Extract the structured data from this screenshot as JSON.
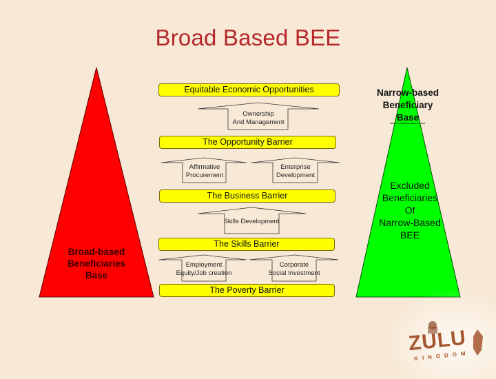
{
  "slide": {
    "title": "Broad Based BEE",
    "colors": {
      "background": "#f8e9d6",
      "title": "#b5282a",
      "broad_triangle": "#ff0000",
      "narrow_triangle": "#00ff00",
      "barrier_bar": "#ffff00",
      "logo": "#a5552f"
    }
  },
  "left_triangle": {
    "label_line1": "Broad-based",
    "label_line2": "Beneficiaries",
    "label_line3": "Base"
  },
  "right_triangle": {
    "top_label_line1": "Narrow-based",
    "top_label_line2": "Beneficiary",
    "top_label_line3": "Base",
    "bottom_label_line1": "Excluded",
    "bottom_label_line2": "Beneficiaries",
    "bottom_label_line3": "Of",
    "bottom_label_line4": "Narrow-Based",
    "bottom_label_line5": "BEE"
  },
  "bars": [
    {
      "label": "Equitable Economic Opportunities"
    },
    {
      "label": "The Opportunity Barrier"
    },
    {
      "label": "The Business Barrier"
    },
    {
      "label": "The Skills Barrier"
    },
    {
      "label": "The Poverty Barrier"
    }
  ],
  "arrows": [
    {
      "line1": "Ownership",
      "line2": "And Management"
    },
    {
      "line1": "Affirmative",
      "line2": "Procurement"
    },
    {
      "line1": "Enterprise",
      "line2": "Development"
    },
    {
      "line1": "Skills Development",
      "line2": ""
    },
    {
      "line1": "Employment",
      "line2": "Equity/Job creation"
    },
    {
      "line1": "Corporate",
      "line2": "Social Investment"
    }
  ],
  "logo": {
    "name": "ZULU",
    "subtitle": "KINGDOM"
  }
}
